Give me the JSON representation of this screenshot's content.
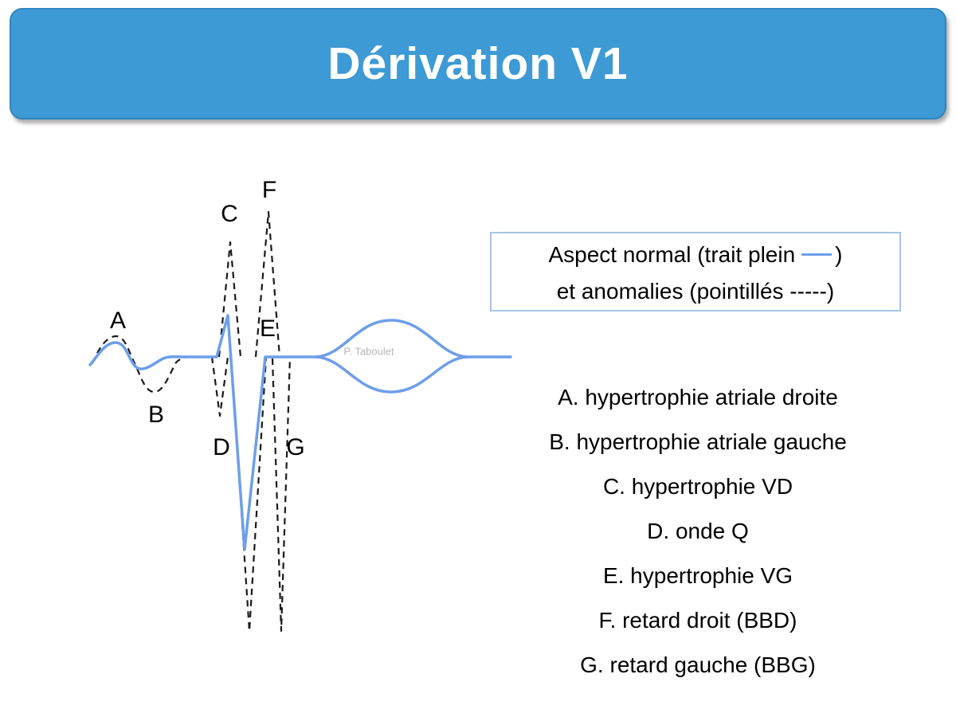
{
  "colors": {
    "header_blue": "#3D9AD4",
    "header_border": "#2E86C0",
    "trace_blue": "#6D9EEB",
    "anomaly_black": "#1a1a1a",
    "legend_border": "#A8C4E4",
    "watermark_gray": "#B5B5B5"
  },
  "header": {
    "title": "Dérivation V1"
  },
  "legend": {
    "line1_prefix": "Aspect normal (trait plein",
    "line1_suffix": ")",
    "line2": "et anomalies (pointillés -----)"
  },
  "diagram": {
    "watermark": "P. Taboulet",
    "point_labels": [
      {
        "id": "F",
        "char": "F"
      },
      {
        "id": "C",
        "char": "C"
      },
      {
        "id": "A",
        "char": "A"
      },
      {
        "id": "E",
        "char": "E"
      },
      {
        "id": "B",
        "char": "B"
      },
      {
        "id": "D",
        "char": "D"
      },
      {
        "id": "G",
        "char": "G"
      }
    ]
  },
  "annotations": [
    {
      "text": "A. hypertrophie atriale droite"
    },
    {
      "text": "B. hypertrophie atriale gauche"
    },
    {
      "text": "C. hypertrophie VD"
    },
    {
      "text": "D. onde Q"
    },
    {
      "text": "E. hypertrophie VG"
    },
    {
      "text": "F. retard droit (BBD)"
    },
    {
      "text": "G. retard gauche (BBG)"
    }
  ]
}
